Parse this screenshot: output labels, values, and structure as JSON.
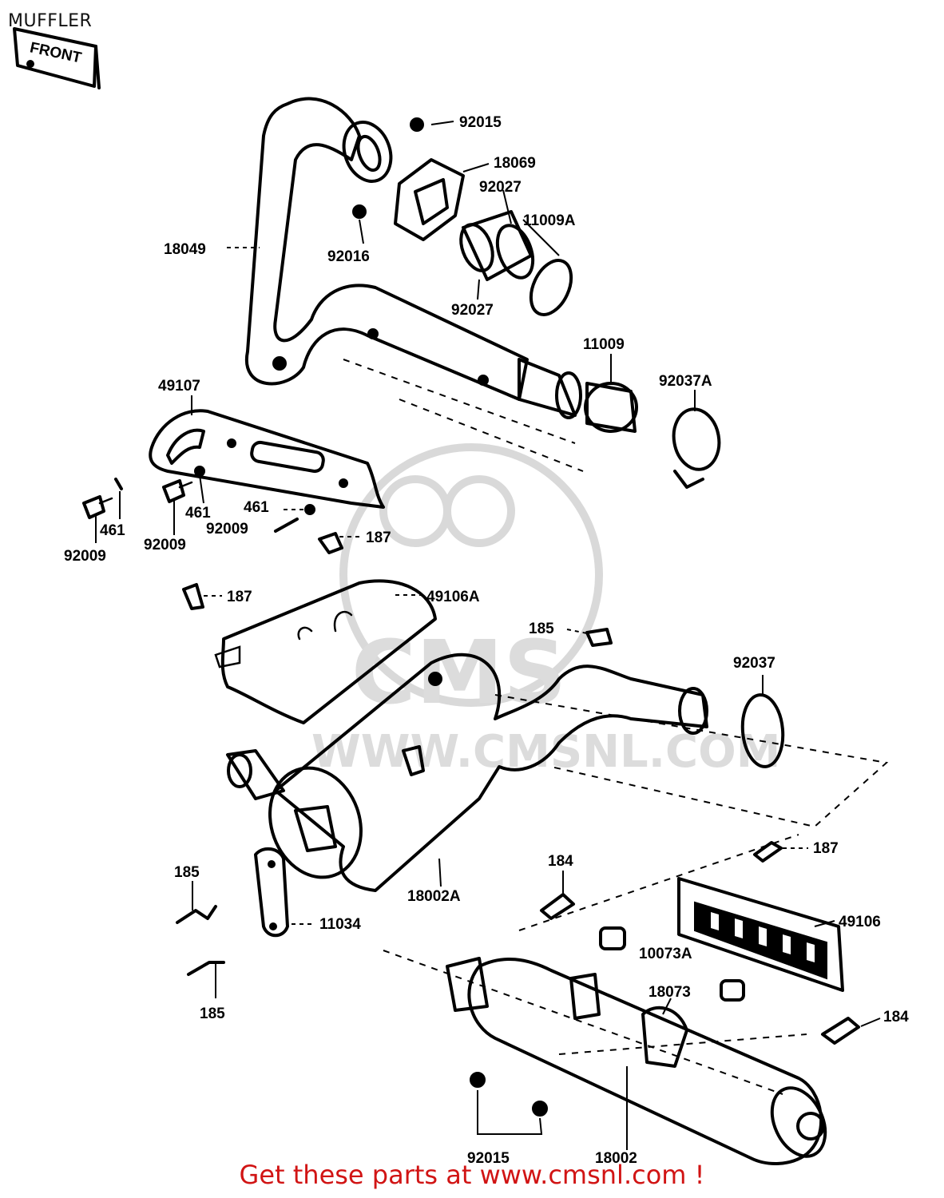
{
  "title": "MUFFLER",
  "front_tag": "FRONT",
  "watermark": "WWW.CMSNL.COM",
  "watermark_logo": "CMS",
  "footer": "Get these parts at www.cmsnl.com !",
  "colors": {
    "footer": "#d11414",
    "watermark": "#dcdcdc"
  },
  "callouts": {
    "c92015_top": "92015",
    "c18069": "18069",
    "c92027_a": "92027",
    "c11009A": "11009A",
    "c18049": "18049",
    "c92015_mid": "92016",
    "c92027_b": "92027",
    "c11009": "11009",
    "c49107": "49107",
    "c92037A": "92037A",
    "c461_a": "461",
    "c461_b": "461",
    "c461_c": "461",
    "c92009_a": "92009",
    "c92009_b": "92009",
    "c92009_c": "92009",
    "c187_a": "187",
    "c187_b": "187",
    "c49106A": "49106A",
    "c185_a": "185",
    "c92037": "92037",
    "c187_c": "187",
    "c18002A": "18002A",
    "c185_b": "185",
    "c11034": "11034",
    "c184_a": "184",
    "c49106": "49106",
    "c10073A": "10073A",
    "c185_c": "185",
    "c18073": "18073",
    "c184_b": "184",
    "c92015_bot": "92015",
    "c18002": "18002"
  }
}
